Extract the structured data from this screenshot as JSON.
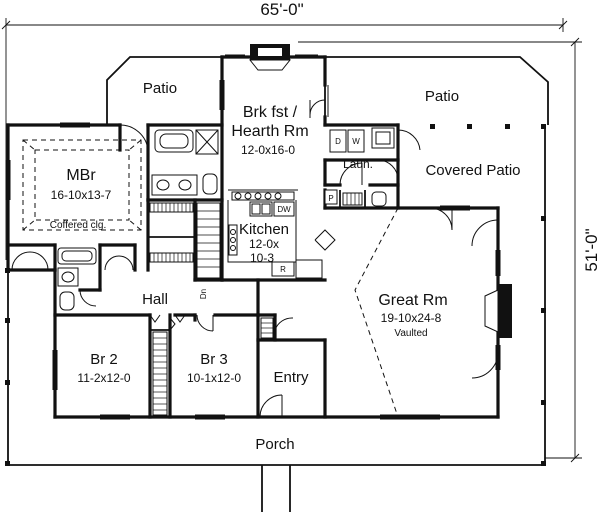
{
  "dimensions": {
    "width": "65'-0\"",
    "depth": "51'-0\""
  },
  "rooms": {
    "patio_left": {
      "name": "Patio"
    },
    "patio_right": {
      "name": "Patio"
    },
    "breakfast": {
      "name_line1": "Brk fst /",
      "name_line2": "Hearth Rm",
      "size": "12-0x16-0"
    },
    "master": {
      "name": "MBr",
      "size": "16-10x13-7",
      "note": "Coffered clg."
    },
    "kitchen": {
      "name": "Kitchen",
      "size_line1": "12-0x",
      "size_line2": "10-3"
    },
    "laundry": {
      "name": "Laun."
    },
    "covered_patio": {
      "name": "Covered Patio"
    },
    "hall": {
      "name": "Hall"
    },
    "great_room": {
      "name": "Great Rm",
      "size": "19-10x24-8",
      "note": "Vaulted"
    },
    "br2": {
      "name": "Br 2",
      "size": "11-2x12-0"
    },
    "br3": {
      "name": "Br 3",
      "size": "10-1x12-0"
    },
    "entry": {
      "name": "Entry"
    },
    "porch": {
      "name": "Porch"
    }
  },
  "fixtures": {
    "dishwasher": "DW",
    "range": "R",
    "dryer": "D",
    "washer": "W",
    "pantry": "P",
    "down_stair": "Dn"
  }
}
